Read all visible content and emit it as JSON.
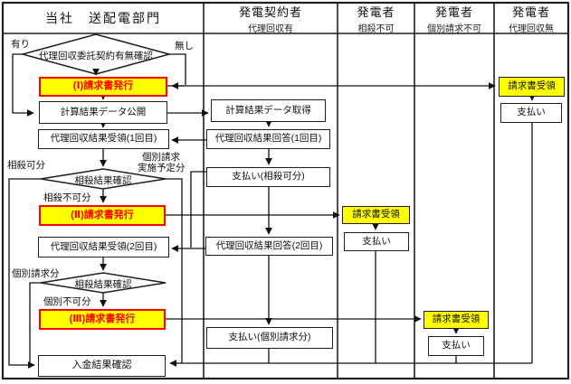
{
  "columns": [
    {
      "title": "当社　送配電部門",
      "subtitle": ""
    },
    {
      "title": "発電契約者",
      "subtitle": "代理回収有"
    },
    {
      "title": "発電者",
      "subtitle": "相殺不可"
    },
    {
      "title": "発電者",
      "subtitle": "個別請求不可"
    },
    {
      "title": "発電者",
      "subtitle": "代理回収無"
    }
  ],
  "nodes": {
    "contract_check": "代理回収委託契約有無確認",
    "issue1": "(Ⅰ)請求書発行",
    "publish": "計算結果データ公開",
    "receive1": "代理回収結果受領(1回目)",
    "offset_check1": "相殺結果確認",
    "issue2": "(Ⅱ)請求書発行",
    "receive2": "代理回収結果受領(2回目)",
    "offset_check2": "相殺結果確認",
    "issue3": "(Ⅲ)請求書発行",
    "deposit_confirm": "入金結果確認",
    "fetch": "計算結果データ取得",
    "respond1": "代理回収結果回答(1回目)",
    "pay_offset": "支払い(相殺可分)",
    "respond2": "代理回収結果回答(2回目)",
    "pay_individual": "支払い(個別請求分)",
    "invoice_receive_a": "請求書受領",
    "pay_a": "支払い",
    "invoice_receive_b": "請求書受領",
    "pay_b": "支払い",
    "invoice_receive_c": "請求書受領",
    "pay_c": "支払い"
  },
  "labels": {
    "yes": "有り",
    "no": "無し",
    "offsettable": "相殺可分",
    "not_offsettable": "相殺不可分",
    "individual_planned_line1": "個別請求",
    "individual_planned_line2": "実施予定分",
    "individual_billing": "個別請求分",
    "individual_not_possible": "個別不可分"
  },
  "colors": {
    "highlight": "#ffff00",
    "alert": "#ff0000",
    "line": "#1f1f1f"
  }
}
